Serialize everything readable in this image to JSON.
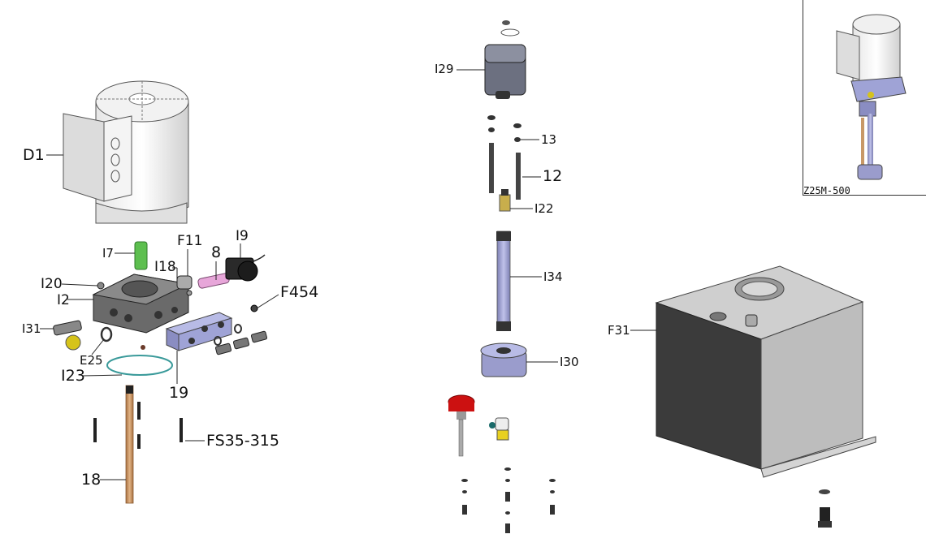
{
  "diagram": {
    "title": "Exploded parts view of lubrication pump assembly",
    "inset_caption": "Z25M-500",
    "labels": [
      {
        "id": "D1",
        "part": "motor-housing"
      },
      {
        "id": "I7",
        "part": "green-filter"
      },
      {
        "id": "F11",
        "part": "fitting"
      },
      {
        "id": "I9",
        "part": "solenoid-coil"
      },
      {
        "id": "8",
        "part": "valve-stem"
      },
      {
        "id": "I18",
        "part": "relief-fitting"
      },
      {
        "id": "I20",
        "part": "small-plug"
      },
      {
        "id": "I2",
        "part": "pump-base-block"
      },
      {
        "id": "F454",
        "part": "nut"
      },
      {
        "id": "I31",
        "part": "outlet-fitting"
      },
      {
        "id": "E25",
        "part": "seal-ring"
      },
      {
        "id": "I23",
        "part": "o-ring"
      },
      {
        "id": "19",
        "part": "distributor-block"
      },
      {
        "id": "FS35-315",
        "part": "screw"
      },
      {
        "id": "18",
        "part": "copper-tube"
      },
      {
        "id": "I29",
        "part": "gear-pump"
      },
      {
        "id": "13",
        "part": "washer"
      },
      {
        "id": "12",
        "part": "long-bolt"
      },
      {
        "id": "I22",
        "part": "brass-adapter"
      },
      {
        "id": "I34",
        "part": "suction-pipe"
      },
      {
        "id": "I30",
        "part": "suction-strainer"
      },
      {
        "id": "F31",
        "part": "reservoir-tank"
      }
    ],
    "colors": {
      "line": "#222222",
      "green_filter": "#5dbf4f",
      "pink_valve": "#e7a6d9",
      "block_blue": "#9fa3d6",
      "pipe_blue": "#9a9ccc",
      "o_ring": "#3a9a9a",
      "copper": "#c89866",
      "yellow_plug": "#d6c31a",
      "red_cap": "#cc1111",
      "tank_dark": "#3b3b3b",
      "tank_light": "#bdbdbd",
      "brass": "#c8ae4c"
    }
  }
}
